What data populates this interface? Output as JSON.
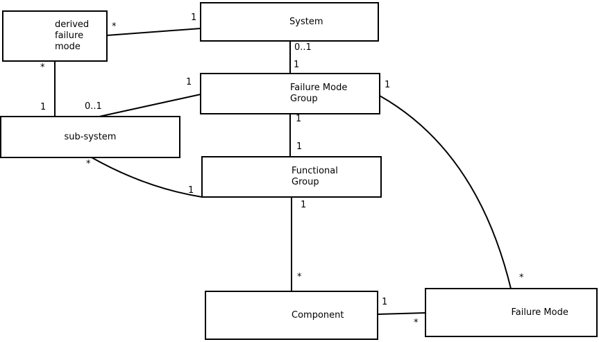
{
  "diagram": {
    "colors": {
      "background": "#ffffff",
      "line": "#000000",
      "text": "#000000"
    },
    "nodes": [
      {
        "id": "derived-failure-mode",
        "label": "derived\nfailure\nmode"
      },
      {
        "id": "system",
        "label": "System"
      },
      {
        "id": "failure-mode-group",
        "label": "Failure Mode\nGroup"
      },
      {
        "id": "sub-system",
        "label": "sub-system"
      },
      {
        "id": "functional-group",
        "label": "Functional\nGroup"
      },
      {
        "id": "component",
        "label": "Component"
      },
      {
        "id": "failure-mode",
        "label": "Failure Mode"
      }
    ],
    "associations": [
      {
        "from": "derived-failure-mode",
        "to": "system",
        "from_mult": "*",
        "to_mult": "1"
      },
      {
        "from": "derived-failure-mode",
        "to": "sub-system",
        "from_mult": "*",
        "to_mult": "1"
      },
      {
        "from": "sub-system",
        "to": "failure-mode-group",
        "from_mult": "0..1",
        "to_mult": "1"
      },
      {
        "from": "system",
        "to": "failure-mode-group",
        "from_mult": "0..1",
        "to_mult": "1"
      },
      {
        "from": "failure-mode-group",
        "to": "functional-group",
        "from_mult": "1",
        "to_mult": "1"
      },
      {
        "from": "sub-system",
        "to": "functional-group",
        "from_mult": "*",
        "to_mult": "1"
      },
      {
        "from": "functional-group",
        "to": "component",
        "from_mult": "1",
        "to_mult": "*"
      },
      {
        "from": "failure-mode-group",
        "to": "failure-mode",
        "from_mult": "1",
        "to_mult": "*"
      },
      {
        "from": "component",
        "to": "failure-mode",
        "from_mult": "1",
        "to_mult": "*"
      }
    ]
  }
}
